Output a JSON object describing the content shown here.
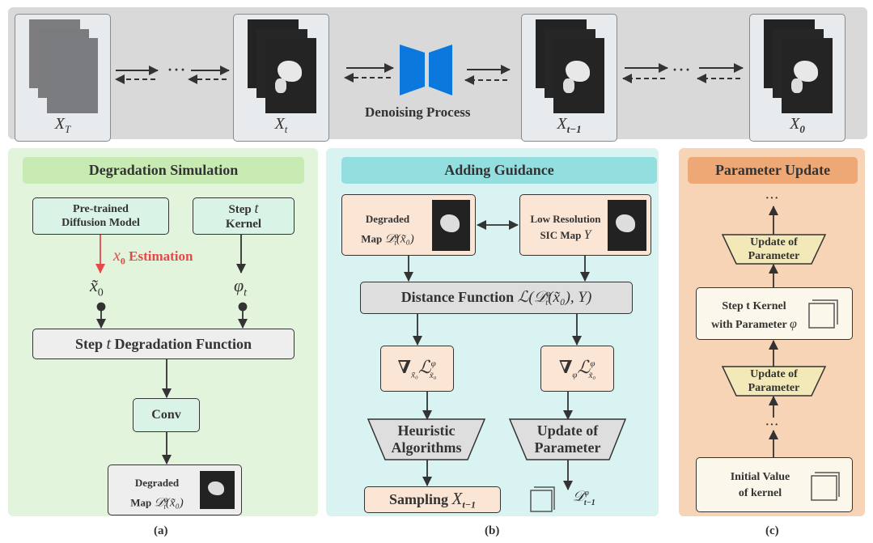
{
  "top_band": {
    "frames": [
      {
        "label": "X",
        "sub": "T",
        "kind": "noise"
      },
      {
        "label": "X",
        "sub": "t",
        "kind": "ice"
      },
      {
        "label": "X",
        "sub": "t−1",
        "kind": "ice"
      },
      {
        "label": "X",
        "sub": "0",
        "kind": "ice"
      }
    ],
    "ellipsis": "···",
    "denoising_label": "Denoising Process",
    "denoiser_color": "#0a78dc"
  },
  "panel_a": {
    "title": "Degradation Simulation",
    "pretrained_line1": "Pre-trained",
    "pretrained_line2": "Diffusion Model",
    "kernel_line1": "Step ",
    "kernel_t": "t",
    "kernel_line2": "Kernel",
    "estimation_math": "x",
    "estimation_sub": "0",
    "estimation_text": " Estimation",
    "x0_tilde": "x̃",
    "x0_sub": "0",
    "phi_t": "φ",
    "phi_sub": "t",
    "degradation_pre": "Step ",
    "degradation_t": "t",
    "degradation_post": " Degradation Function",
    "conv": "Conv",
    "degraded_line1": "Degraded",
    "degraded_line2": "Map ",
    "degraded_math": "𝒟",
    "degraded_math_rest": "(x̃₀)",
    "caption": "(a)",
    "accent_red": "#e84848"
  },
  "panel_b": {
    "title": "Adding Guidance",
    "degraded_line1": "Degraded",
    "degraded_line2": "Map ",
    "degraded_math": "𝒟",
    "degraded_math_rest": "(x̃₀)",
    "lowres_line1": "Low Resolution",
    "lowres_line2": "SIC Map ",
    "lowres_Y": "Y",
    "distance_text": "Distance Function ",
    "distance_math": "ℒ(𝒟",
    "distance_math_rest": "(x̃₀), Y)",
    "grad_x": "∇",
    "grad_x_sub": "x̃₀",
    "grad_x_L": "ℒ",
    "grad_x_L_sub": "x̃₀",
    "grad_phi": "∇",
    "grad_phi_sub": "φ",
    "grad_phi_L": "ℒ",
    "grad_phi_L_sub": "x̃₀",
    "phi_sup": "φ",
    "heuristic_line1": "Heuristic",
    "heuristic_line2": "Algorithms",
    "update_line1": "Update of",
    "update_line2": "Parameter",
    "sampling_text": "Sampling ",
    "sampling_X": "X",
    "sampling_sub": "t−1",
    "next_kernel": "𝒟",
    "next_kernel_sub": "t−1",
    "caption": "(b)"
  },
  "panel_c": {
    "title": "Parameter Update",
    "ellipsis": "···",
    "update_line1": "Update of",
    "update_line2": "Parameter",
    "kernel_line1": "Step t Kernel",
    "kernel_line2": "with Parameter ",
    "kernel_phi": "φ",
    "initial_line1": "Initial Value",
    "initial_line2": "of kernel",
    "caption": "(c)"
  }
}
